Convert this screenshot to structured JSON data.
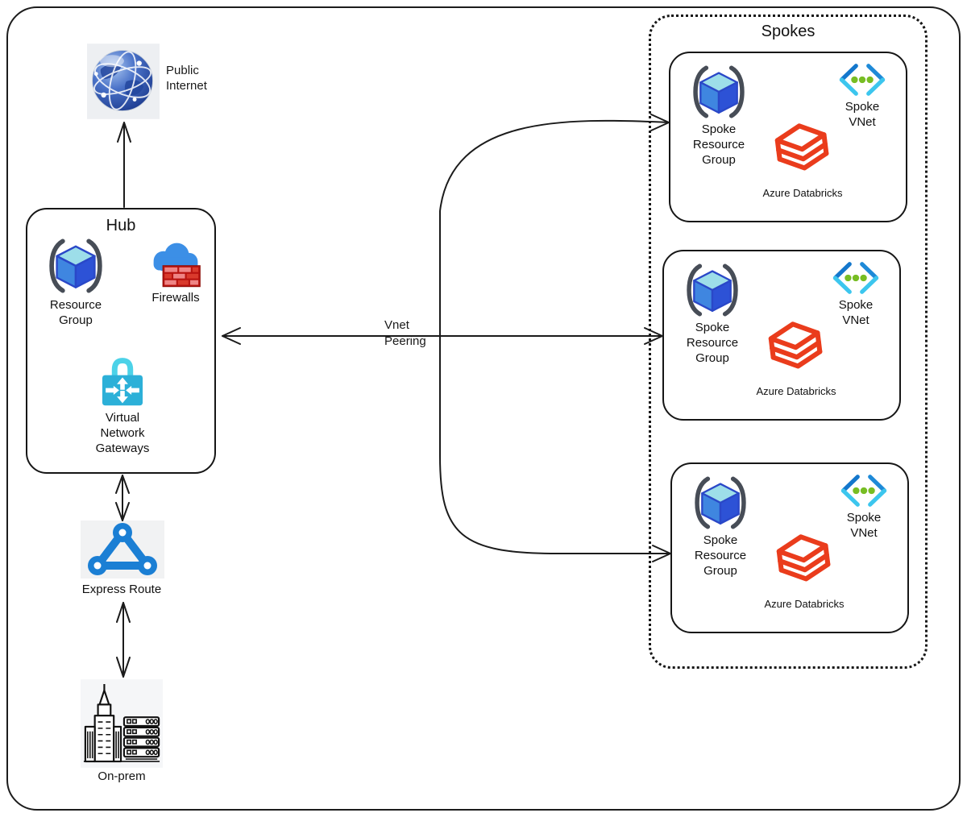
{
  "nodes": {
    "public_internet": {
      "label": "Public Internet",
      "icon": "globe-icon"
    },
    "hub": {
      "title": "Hub",
      "resource_group_label": "Resource Group",
      "firewalls_label": "Firewalls",
      "vng_label": "Virtual Network Gateways"
    },
    "express_route": {
      "label": "Express Route",
      "icon": "express-route-triangle-icon"
    },
    "on_prem": {
      "label": "On-prem",
      "icon": "building-datacenter-icon"
    },
    "spokes": {
      "title": "Spokes",
      "boxes": [
        {
          "resource_group_label": "Spoke Resource Group",
          "vnet_label": "Spoke VNet",
          "databricks_label": "Azure Databricks"
        },
        {
          "resource_group_label": "Spoke Resource Group",
          "vnet_label": "Spoke VNet",
          "databricks_label": "Azure Databricks"
        },
        {
          "resource_group_label": "Spoke Resource Group",
          "vnet_label": "Spoke VNet",
          "databricks_label": "Azure Databricks"
        }
      ]
    }
  },
  "edges": {
    "vnet_peering_label": "Vnet Peering",
    "connections": [
      {
        "from": "Hub",
        "to": "Public Internet",
        "style": "arrow"
      },
      {
        "from": "Hub",
        "to": "Express Route",
        "style": "double-arrow"
      },
      {
        "from": "Express Route",
        "to": "On-prem",
        "style": "double-arrow"
      },
      {
        "from": "Hub",
        "to": "Spoke 1",
        "style": "curved-arrow"
      },
      {
        "from": "Hub",
        "to": "Spoke 2",
        "style": "double-arrow",
        "label": "Vnet Peering"
      },
      {
        "from": "Hub",
        "to": "Spoke 3",
        "style": "curved-arrow"
      }
    ]
  },
  "colors": {
    "azure_blue": "#1b7fd4",
    "cyan": "#3cc6ee",
    "vnet_dot_green": "#77bd23",
    "databricks_red": "#ea3c1c",
    "cube_top": "#9ddee9",
    "cube_left": "#3f86e0",
    "cube_right": "#2d52d6",
    "bracket_gray": "#474d57",
    "gateway_cyan": "#2cb0d8",
    "firewall_cloud_blue": "#3c8fe6",
    "firewall_brick_red": "#d62c1e",
    "line_black": "#1b1b1b"
  }
}
